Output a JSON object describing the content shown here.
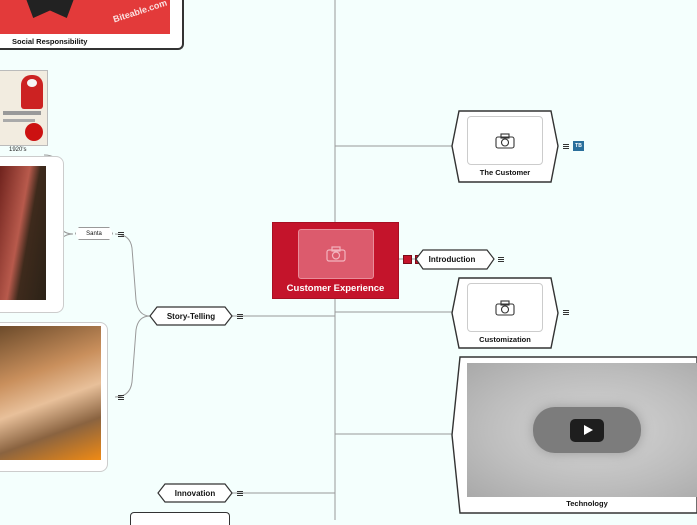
{
  "center": {
    "title": "Customer Experience"
  },
  "nodes": {
    "social": "Social Responsibility",
    "social_image_text": "Biteable.com",
    "the_customer": "The Customer",
    "introduction": "Introduction",
    "customization": "Customization",
    "technology": "Technology",
    "story_telling": "Story-Telling",
    "santa": "Santa",
    "innovation": "Innovation",
    "era": "1920's",
    "tag_badge": "TB"
  },
  "colors": {
    "accent": "#c4142b",
    "background": "#f4fffd",
    "badge": "#2a6f9b"
  },
  "icons": [
    "camera-icon",
    "menu-icon",
    "play-icon",
    "note-icon",
    "link-icon"
  ]
}
